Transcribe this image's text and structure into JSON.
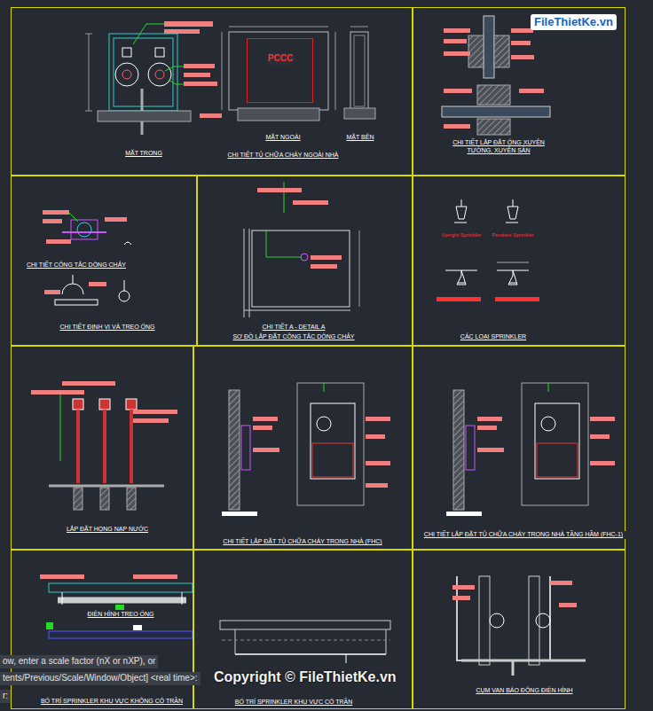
{
  "diagram": {
    "nodes": [
      {
        "text": [
          "MẶT TRONG",
          "MẶT NGOÀI",
          "MẶT BÊN",
          "CHI TIẾT TỦ CHỮA CHÁY NGOÀI NHÀ"
        ]
      },
      {
        "text": [
          "PCCC"
        ],
        "in": 0
      },
      {
        "text": [
          "CHI TIẾT LẮP ĐẶT ỐNG XUYÊN TƯỜNG, XUYÊN SÀN"
        ]
      },
      {
        "text": [
          "CHI TIẾT CÔNG TẮC DÒNG CHẢY",
          "CHI TIẾT ĐỊNH VỊ VÀ TREO ỐNG"
        ]
      },
      {
        "text": [
          "CHI TIẾT A - DETAIL A",
          "SƠ ĐỒ LẮP ĐẶT CÔNG TẮC DÒNG CHẢY"
        ]
      },
      {
        "text": [
          "CÁC LOẠI SPRINKLER"
        ]
      },
      {
        "text": [
          "LẮP ĐẶT HỌNG NẠP NƯỚC"
        ]
      },
      {
        "text": [
          "CHI TIẾT LẮP ĐẶT TỦ CHỮA CHÁY TRONG NHÀ (FHC)"
        ]
      },
      {
        "text": [
          "CHI TIẾT LẮP ĐẶT TỦ CHỮA CHÁY TRONG NHÀ TẦNG HẦM (FHC-1)"
        ]
      },
      {
        "text": [
          "ĐIỂN HÌNH TREO ỐNG",
          "BỐ TRÍ SPRINKLER KHU VỰC KHÔNG CÓ TRẦN"
        ]
      },
      {
        "text": [
          "BỐ TRÍ SPRINKLER KHU VỰC CÓ TRẦN"
        ]
      },
      {
        "text": [
          "CỤM VAN BÁO ĐỘNG ĐIỂN HÌNH"
        ]
      }
    ],
    "labels": [
      "FileThietKe.vn",
      "Upright Sprinkler",
      "Pendent Sprinkler",
      "ow, enter a scale factor (nX or nXP), or",
      "tents/Previous/Scale/Window/Object] <real time>:",
      "r:",
      "Copyright © FileThietKe.vn"
    ]
  }
}
